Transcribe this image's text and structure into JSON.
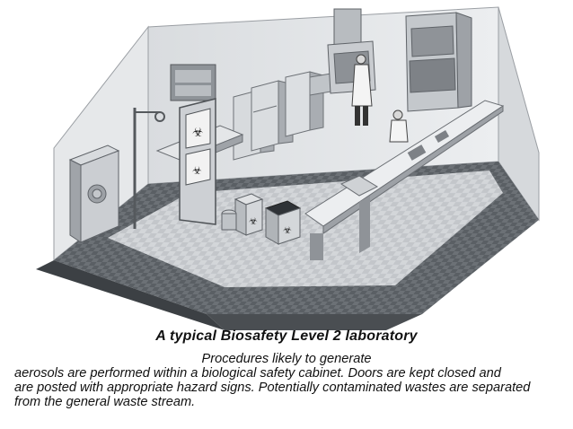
{
  "figure": {
    "title": "A typical Biosafety Level 2 laboratory",
    "description_lines": [
      "Procedures likely to generate",
      "aerosols are performed within a biological safety cabinet. Doors are kept closed and",
      "are posted with appropriate hazard signs. Potentially contaminated wastes are separated",
      "from the general waste stream."
    ]
  },
  "colors": {
    "wall": "#e2e4e6",
    "wall_edge": "#9a9ea3",
    "floor_tile_light": "#d4d7da",
    "floor_tile_dark": "#6f7479",
    "floor_dark": "#3c4044",
    "equipment": "#c9ccd0",
    "equipment_dark": "#8d9196",
    "bench_top": "#eceef0"
  }
}
